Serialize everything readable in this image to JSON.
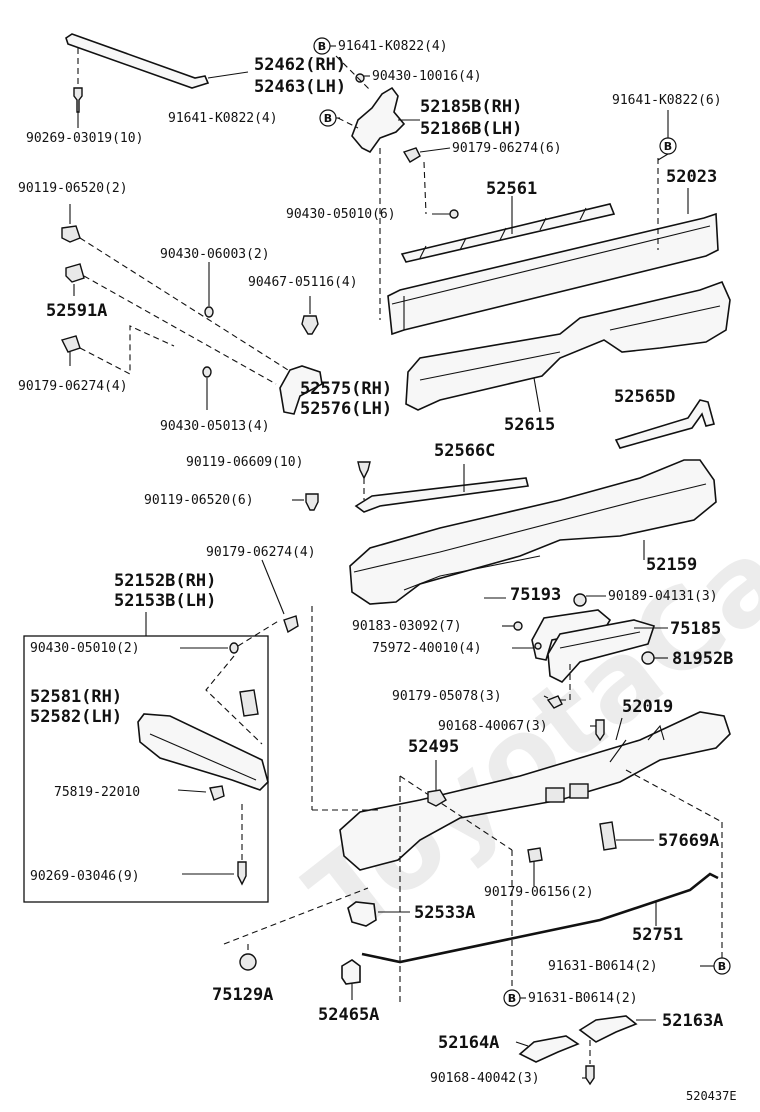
{
  "watermark": "ToyotaCarMart.ru",
  "figure_code": "520437E",
  "callouts": [
    {
      "id": "c01",
      "text": "91641-K0822(4)"
    },
    {
      "id": "c02",
      "text": "52462(RH)"
    },
    {
      "id": "c03",
      "text": "52463(LH)"
    },
    {
      "id": "c04",
      "text": "90430-10016(4)"
    },
    {
      "id": "c05",
      "text": "90269-03019(10)"
    },
    {
      "id": "c06",
      "text": "91641-K0822(4)"
    },
    {
      "id": "c07",
      "text": "52185B(RH)"
    },
    {
      "id": "c08",
      "text": "52186B(LH)"
    },
    {
      "id": "c09",
      "text": "91641-K0822(6)"
    },
    {
      "id": "c10",
      "text": "90179-06274(6)"
    },
    {
      "id": "c11",
      "text": "90119-06520(2)"
    },
    {
      "id": "c12",
      "text": "52561"
    },
    {
      "id": "c13",
      "text": "52023"
    },
    {
      "id": "c14",
      "text": "90430-05010(6)"
    },
    {
      "id": "c15",
      "text": "90430-06003(2)"
    },
    {
      "id": "c16",
      "text": "90467-05116(4)"
    },
    {
      "id": "c17",
      "text": "52591A"
    },
    {
      "id": "c18",
      "text": "90179-06274(4)"
    },
    {
      "id": "c19",
      "text": "52575(RH)"
    },
    {
      "id": "c20",
      "text": "52576(LH)"
    },
    {
      "id": "c21",
      "text": "52615"
    },
    {
      "id": "c22",
      "text": "52565D"
    },
    {
      "id": "c23",
      "text": "90430-05013(4)"
    },
    {
      "id": "c24",
      "text": "52566C"
    },
    {
      "id": "c25",
      "text": "90119-06609(10)"
    },
    {
      "id": "c26",
      "text": "90119-06520(6)"
    },
    {
      "id": "c27",
      "text": "90179-06274(4)"
    },
    {
      "id": "c28",
      "text": "52159"
    },
    {
      "id": "c29",
      "text": "52152B(RH)"
    },
    {
      "id": "c30",
      "text": "52153B(LH)"
    },
    {
      "id": "c31",
      "text": "75193"
    },
    {
      "id": "c32",
      "text": "90189-04131(3)"
    },
    {
      "id": "c33",
      "text": "90183-03092(7)"
    },
    {
      "id": "c34",
      "text": "75185"
    },
    {
      "id": "c35",
      "text": "90430-05010(2)"
    },
    {
      "id": "c36",
      "text": "75972-40010(4)"
    },
    {
      "id": "c37",
      "text": "81952B"
    },
    {
      "id": "c38",
      "text": "52581(RH)"
    },
    {
      "id": "c39",
      "text": "52582(LH)"
    },
    {
      "id": "c40",
      "text": "90179-05078(3)"
    },
    {
      "id": "c41",
      "text": "52019"
    },
    {
      "id": "c42",
      "text": "90168-40067(3)"
    },
    {
      "id": "c43",
      "text": "52495"
    },
    {
      "id": "c44",
      "text": "75819-22010"
    },
    {
      "id": "c45",
      "text": "57669A"
    },
    {
      "id": "c46",
      "text": "90269-03046(9)"
    },
    {
      "id": "c47",
      "text": "90179-06156(2)"
    },
    {
      "id": "c48",
      "text": "52533A"
    },
    {
      "id": "c49",
      "text": "52751"
    },
    {
      "id": "c50",
      "text": "91631-B0614(2)"
    },
    {
      "id": "c51",
      "text": "75129A"
    },
    {
      "id": "c52",
      "text": "91631-B0614(2)"
    },
    {
      "id": "c53",
      "text": "52465A"
    },
    {
      "id": "c54",
      "text": "52163A"
    },
    {
      "id": "c55",
      "text": "52164A"
    },
    {
      "id": "c56",
      "text": "90168-40042(3)"
    }
  ],
  "markers": [
    {
      "id": "m1",
      "text": "B"
    },
    {
      "id": "m2",
      "text": "B"
    },
    {
      "id": "m3",
      "text": "B"
    },
    {
      "id": "m4",
      "text": "B"
    },
    {
      "id": "m5",
      "text": "B"
    }
  ]
}
